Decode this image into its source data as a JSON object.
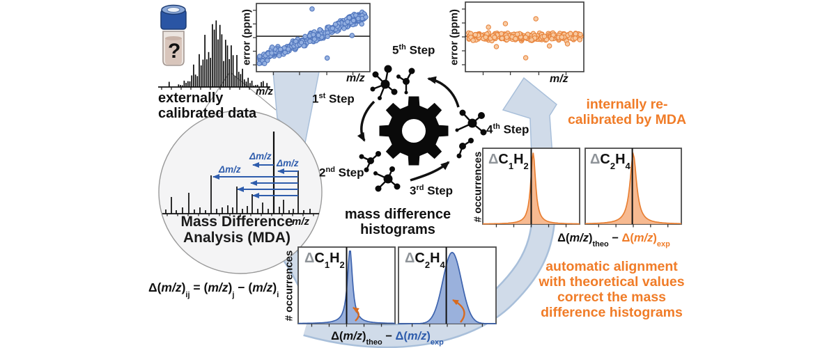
{
  "title_block": {
    "externally_line1": "externally",
    "externally_line2": "calibrated data"
  },
  "vial": {
    "mark": "?"
  },
  "ext_spectrum": {
    "xlabel": "m/z"
  },
  "scatter_blue": {
    "ylabel": "error (ppm)",
    "xlabel": "m/z"
  },
  "scatter_orange": {
    "ylabel": "error (ppm)",
    "xlabel": "m/z"
  },
  "steps": [
    {
      "n": "1",
      "sup": "st",
      "word": " Step"
    },
    {
      "n": "2",
      "sup": "nd",
      "word": " Step"
    },
    {
      "n": "3",
      "sup": "rd",
      "word": " Step"
    },
    {
      "n": "4",
      "sup": "th",
      "word": " Step"
    },
    {
      "n": "5",
      "sup": "th",
      "word": " Step"
    }
  ],
  "center_caption": {
    "line1": "mass difference",
    "line2": "histograms"
  },
  "mda": {
    "title_line1": "Mass Difference",
    "title_line2": "Analysis (MDA)",
    "xlabel": "m/z",
    "delta_label": "Δm/z"
  },
  "formula": {
    "p1": "Δ(",
    "mz": "m/z",
    "p2": ")",
    "sub1": "ij",
    "p3": " = (",
    "p4": ")",
    "sub2": "j",
    "p5": " − (",
    "p6": ")",
    "sub3": "i"
  },
  "hist_blue": {
    "ylabel": "# occurrences",
    "panel1": {
      "delta": "Δ",
      "el1": "C",
      "sub1": "1",
      "el2": "H",
      "sub2": "2"
    },
    "panel2": {
      "delta": "Δ",
      "el1": "C",
      "sub1": "2",
      "el2": "H",
      "sub2": "4"
    },
    "axis": {
      "d1": "Δ(",
      "mz": "m/z",
      "b1": ")",
      "sub1": "theo",
      "minus": " − ",
      "d2": "Δ(",
      "b2": ")",
      "sub2": "exp"
    }
  },
  "hist_orange": {
    "ylabel": "# occurrences",
    "panel1": {
      "delta": "Δ",
      "el1": "C",
      "sub1": "1",
      "el2": "H",
      "sub2": "2"
    },
    "panel2": {
      "delta": "Δ",
      "el1": "C",
      "sub1": "2",
      "el2": "H",
      "sub2": "4"
    },
    "axis": {
      "d1": "Δ(",
      "mz": "m/z",
      "b1": ")",
      "sub1": "theo",
      "minus": " − ",
      "d2": "Δ(",
      "b2": ")",
      "sub2": "exp"
    }
  },
  "notes": {
    "recal_line1": "internally re-",
    "recal_line2": "calibrated by MDA",
    "align_line1": "automatic alignment",
    "align_line2": "with theoretical values",
    "align_line3": "correct the mass",
    "align_line4": "difference histograms"
  },
  "colors": {
    "orange": "#f07c28",
    "blue": "#2e5cac",
    "dot_blue_fill": "#93b0e0",
    "dot_blue_stroke": "#5176bd",
    "dot_orange_fill": "#f8c9a0",
    "dot_orange_stroke": "#e8853e",
    "hist_blue_fill": "#8fa9d8",
    "hist_blue_stroke": "#3d63ae",
    "hist_orange_fill": "#f6b285",
    "hist_orange_stroke": "#e87f33",
    "band_fill": "#d0dbe9",
    "band_stroke": "#a8bfda",
    "shift_arrow": "#d86a1e",
    "frame": "#3a3a3a"
  },
  "chart_data": [
    {
      "id": "external_mass_spectrum",
      "type": "line",
      "xlabel": "m/z",
      "description": "broad bell-shaped envelope of many unresolved peaks",
      "n_lines": 58,
      "envelope_center": 0.52,
      "envelope_sigma": 0.2,
      "seed": 5
    },
    {
      "id": "error_before_recal",
      "type": "scatter",
      "xlabel": "m/z",
      "ylabel": "error (ppm)",
      "pattern": "systematic rising mass error across m/z",
      "n": 270,
      "band_start": 0.82,
      "band_end": 0.16,
      "spread": 0.05,
      "seed": 7,
      "zero_line": 0.48,
      "outliers": [
        [
          0.49,
          0.08
        ],
        [
          0.12,
          0.64
        ],
        [
          0.27,
          0.67
        ],
        [
          0.63,
          0.8
        ],
        [
          0.86,
          0.47
        ],
        [
          0.95,
          0.3
        ],
        [
          0.05,
          0.88
        ]
      ]
    },
    {
      "id": "error_after_recal",
      "type": "scatter",
      "xlabel": "m/z",
      "ylabel": "error (ppm)",
      "pattern": "random error tightly centered on zero",
      "n": 300,
      "center": 0.5,
      "spread": 0.034,
      "seed": 11,
      "zero_line": 0.49,
      "outliers": [
        [
          0.6,
          0.24
        ],
        [
          0.51,
          0.8
        ],
        [
          0.72,
          0.63
        ],
        [
          0.25,
          0.64
        ],
        [
          0.33,
          0.31
        ],
        [
          0.88,
          0.6
        ],
        [
          0.18,
          0.36
        ]
      ]
    },
    {
      "id": "hist_blue_C1H2",
      "type": "area",
      "line_x": 0.5,
      "peak_x": 0.535,
      "shape": "lorentz",
      "width": 0.032,
      "height": 0.97
    },
    {
      "id": "hist_blue_C2H4",
      "type": "area",
      "line_x": 0.49,
      "peak_x": 0.55,
      "shape": "gauss",
      "width": 0.095,
      "height": 0.93
    },
    {
      "id": "hist_orange_C1H2",
      "type": "area",
      "line_x": 0.5,
      "peak_x": 0.52,
      "shape": "lorentz",
      "width": 0.03,
      "height": 0.94
    },
    {
      "id": "hist_orange_C2H4",
      "type": "area",
      "line_x": 0.49,
      "peak_x": 0.5,
      "shape": "lorentz",
      "width": 0.042,
      "height": 0.92
    },
    {
      "id": "mda_zoom_spectrum",
      "type": "line",
      "xlabel": "m/z",
      "peaks": [
        [
          238,
          6
        ],
        [
          246,
          24
        ],
        [
          253,
          5
        ],
        [
          262,
          9
        ],
        [
          271,
          30
        ],
        [
          279,
          6
        ],
        [
          287,
          9
        ],
        [
          295,
          5
        ],
        [
          303,
          55
        ],
        [
          311,
          7
        ],
        [
          319,
          9
        ],
        [
          327,
          12
        ],
        [
          334,
          9
        ],
        [
          340,
          39
        ],
        [
          348,
          7
        ],
        [
          355,
          11
        ],
        [
          362,
          28
        ],
        [
          370,
          7
        ],
        [
          377,
          16
        ],
        [
          385,
          7
        ],
        [
          393,
          118
        ],
        [
          401,
          10
        ],
        [
          407,
          20
        ],
        [
          415,
          5
        ],
        [
          421,
          7
        ],
        [
          428,
          62
        ],
        [
          436,
          5
        ],
        [
          445,
          7
        ]
      ],
      "arrows": [
        [
          237,
          393,
          363
        ],
        [
          246,
          428,
          399
        ],
        [
          254,
          428,
          306
        ],
        [
          263,
          428,
          360
        ],
        [
          272,
          428,
          341
        ],
        [
          281,
          428,
          363
        ]
      ]
    }
  ]
}
